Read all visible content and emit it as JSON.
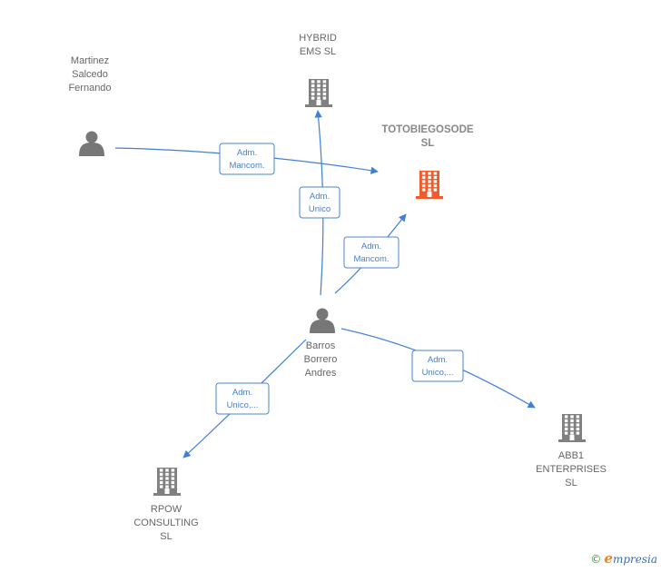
{
  "colors": {
    "edge": "#3f7fd6",
    "company_icon": "#808080",
    "main_company_icon": "#f15a2b",
    "person_icon": "#777777"
  },
  "nodes": {
    "martinez": {
      "kind": "person",
      "lines": [
        "Martinez",
        "Salcedo",
        "Fernando"
      ]
    },
    "hybrid": {
      "kind": "company",
      "lines": [
        "HYBRID",
        "EMS  SL"
      ]
    },
    "totobiego": {
      "kind": "main-company",
      "lines": [
        "TOTOBIEGOSODE",
        "SL"
      ]
    },
    "barros": {
      "kind": "person",
      "lines": [
        "Barros",
        "Borrero",
        "Andres"
      ]
    },
    "rpow": {
      "kind": "company",
      "lines": [
        "RPOW",
        "CONSULTING",
        "SL"
      ]
    },
    "abb1": {
      "kind": "company",
      "lines": [
        "ABB1",
        "ENTERPRISES",
        "SL"
      ]
    }
  },
  "edges": [
    {
      "id": "martinez-totobiego",
      "from": "martinez",
      "to": "totobiego",
      "lines": [
        "Adm.",
        "Mancom."
      ]
    },
    {
      "id": "barros-hybrid",
      "from": "barros",
      "to": "hybrid",
      "lines": [
        "Adm.",
        "Unico"
      ]
    },
    {
      "id": "barros-totobiego",
      "from": "barros",
      "to": "totobiego",
      "lines": [
        "Adm.",
        "Mancom."
      ]
    },
    {
      "id": "barros-rpow",
      "from": "barros",
      "to": "rpow",
      "lines": [
        "Adm.",
        "Unico,..."
      ]
    },
    {
      "id": "barros-abb1",
      "from": "barros",
      "to": "abb1",
      "lines": [
        "Adm.",
        "Unico,..."
      ]
    }
  ],
  "footer": {
    "copyright": "©",
    "brand_initial": "e",
    "brand_rest": "mpresia"
  }
}
